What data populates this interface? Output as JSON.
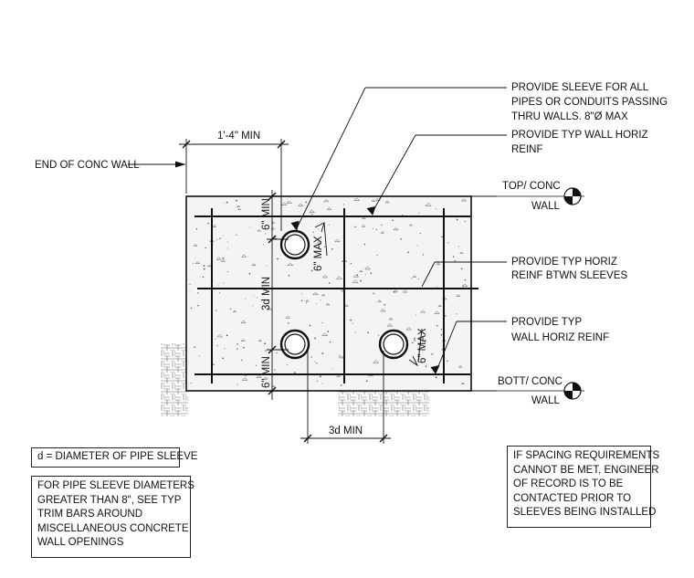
{
  "callouts": {
    "sleeve": [
      "PROVIDE SLEEVE FOR ALL",
      "PIPES OR CONDUITS PASSING",
      "THRU WALLS. 8\"Ø MAX"
    ],
    "wall_horiz_reinf": [
      "PROVIDE TYP WALL HORIZ",
      "REINF"
    ],
    "horiz_btwn_sleeves": [
      "PROVIDE TYP HORIZ",
      "REINF BTWN SLEEVES"
    ],
    "typ_wall_horiz": [
      "PROVIDE TYP",
      "WALL HORIZ REINF"
    ],
    "end_of_wall": "END OF CONC WALL"
  },
  "elevations": {
    "top": [
      "TOP/ CONC",
      "WALL"
    ],
    "bott": [
      "BOTT/ CONC",
      "WALL"
    ]
  },
  "dimensions": {
    "min_from_end": "1'-4\" MIN",
    "six_min": "6\" MIN",
    "six_max": "6\" MAX",
    "three_d_min": "3d MIN"
  },
  "notes": {
    "d_definition": "d = DIAMETER OF PIPE SLEEVE",
    "large_sleeves": [
      "FOR PIPE SLEEVE DIAMETERS",
      "GREATER THAN 8\", SEE TYP",
      "TRIM BARS AROUND",
      "MISCELLANEOUS CONCRETE",
      "WALL OPENINGS"
    ],
    "spacing": [
      "IF SPACING REQUIREMENTS",
      "CANNOT BE MET, ENGINEER",
      "OF RECORD IS TO BE",
      "CONTACTED PRIOR TO",
      "SLEEVES BEING INSTALLED"
    ]
  }
}
